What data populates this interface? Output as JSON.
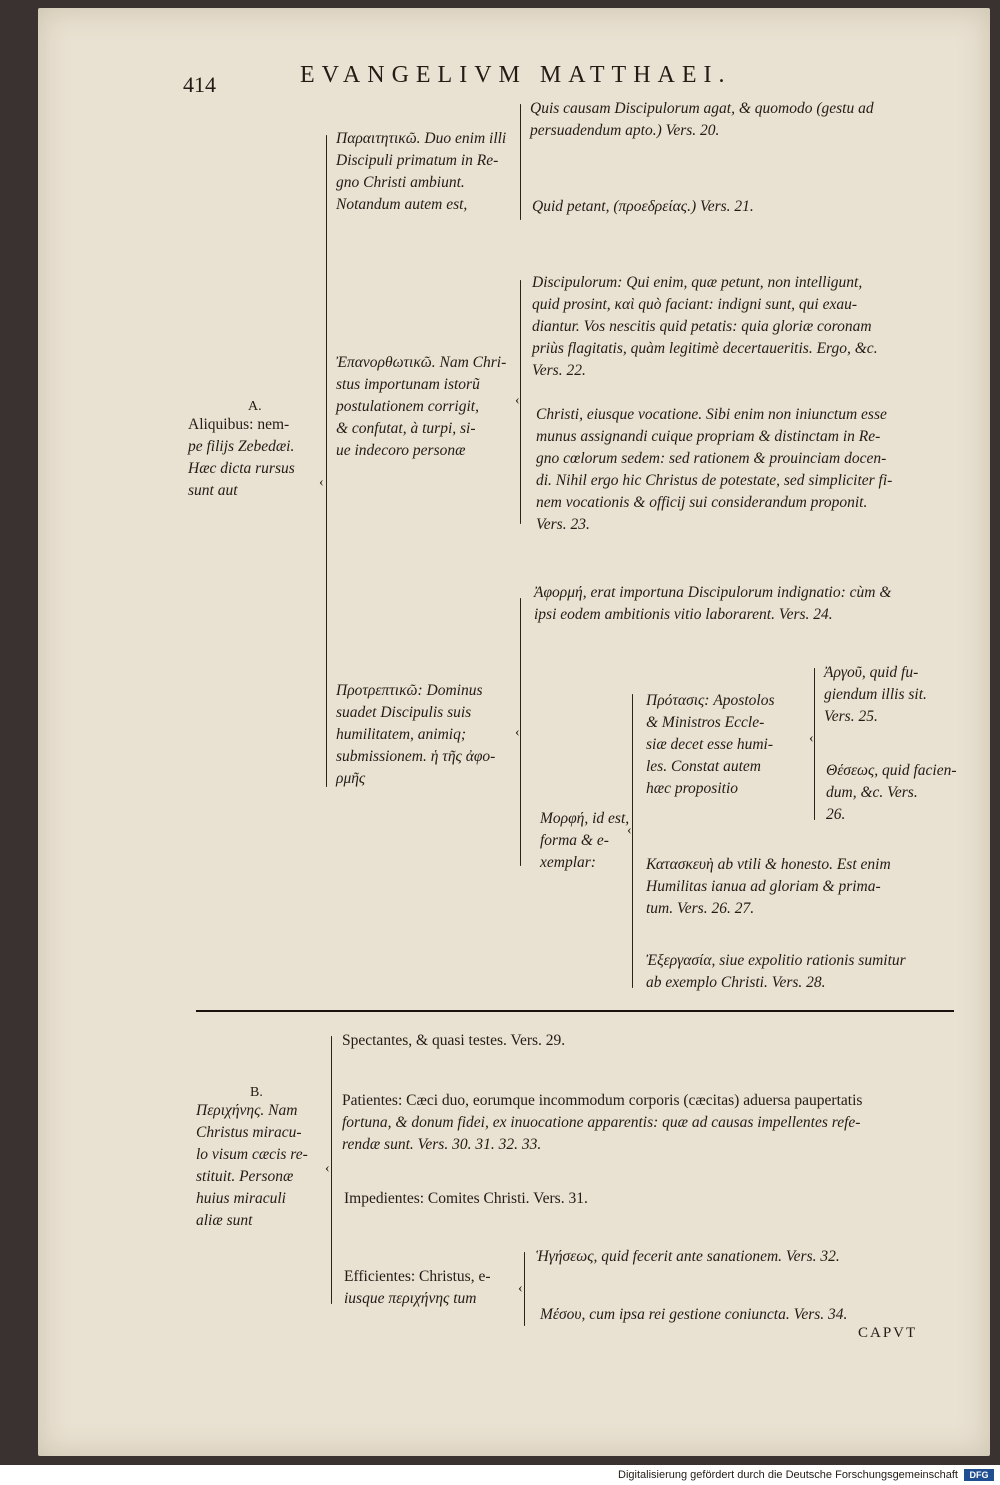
{
  "header": {
    "page_number": "414",
    "running_title": "EVANGELIVM MATTHAEI."
  },
  "a": {
    "label": "A.",
    "lines": [
      "Aliquibus: nem-",
      "pe filijs Zebedæi.",
      "Hæc dicta rursus",
      "sunt aut"
    ],
    "b1": {
      "lines": [
        "Παραιτητικῶ. Duo enim illi",
        "Discipuli primatum in Re-",
        "gno Christi ambiunt.",
        "Notandum autem est,"
      ],
      "l1": [
        "Quis causam Discipulorum agat, & quomodo (gestu ad",
        "persuadendum apto.) Vers. 20."
      ],
      "l2": [
        "Quid petant, (προεδρείας.) Vers. 21."
      ]
    },
    "b2": {
      "lines": [
        "Ἐπανορθωτικῶ. Nam Chri-",
        "stus importunam istorũ",
        "postulationem corrigit,",
        "& confutat, à turpi, si-",
        "ue indecoro personæ"
      ],
      "l1": [
        "Discipulorum: Qui enim, quæ petunt, non intelligunt,",
        "quid prosint, καὶ quò faciant: indigni sunt, qui exau-",
        "diantur. Vos nescitis quid petatis: quia gloriæ coronam",
        "priùs flagitatis, quàm legitimè decertaueritis. Ergo, &c.",
        "Vers. 22."
      ],
      "l2": [
        "Christi, eiusque vocatione. Sibi enim non iniunctum esse",
        "munus assignandi cuique propriam & distinctam in Re-",
        "gno cœlorum sedem: sed rationem & prouinciam docen-",
        "di. Nihil ergo hic Christus de potestate, sed simpliciter fi-",
        "nem vocationis & officij sui considerandum proponit.",
        "Vers. 23."
      ]
    },
    "b3": {
      "lines": [
        "Προτρεπτικῶ: Dominus",
        "suadet Discipulis suis",
        "humilitatem, animiq;",
        "submissionem. ἡ τῆς ἀφο-",
        "ρμῆς"
      ],
      "aphorme": [
        "Ἀφορμή, erat importuna Discipulorum indignatio: cùm &",
        "ipsi eodem ambitionis vitio laborarent. Vers. 24."
      ],
      "morphe": [
        "Μορφή, id est,",
        "forma & e-",
        "xemplar:"
      ],
      "protasis": [
        "Πρότασις: Apostolos",
        "& Ministros Eccle-",
        "siæ decet esse humi-",
        "les. Constat autem",
        "hæc propositio"
      ],
      "argos": [
        "Ἀργοῦ, quid fu-",
        "giendum illis sit.",
        "Vers. 25."
      ],
      "theos": [
        "Θέσεως, quid facien-",
        "dum, &c. Vers.",
        "26."
      ],
      "kataskeue": [
        "Κατασκευὴ ab vtili & honesto. Est enim",
        "Humilitas ianua ad gloriam & prima-",
        "tum. Vers. 26. 27."
      ],
      "exergasia": [
        "Ἐξεργασία, siue expolitio rationis sumitur",
        "ab exemplo Christi. Vers. 28."
      ]
    }
  },
  "b": {
    "label": "B.",
    "lines": [
      "Περιχήνης. Nam",
      "Christus miracu-",
      "lo visum cæcis re-",
      "stituit. Personæ",
      "huius miraculi",
      "aliæ sunt"
    ],
    "spectantes": [
      "Spectantes, & quasi testes. Vers. 29."
    ],
    "patientes": [
      "Patientes: Cæci duo, eorumque incommodum corporis (cæcitas) aduersa paupertatis",
      "fortuna, & donum fidei, ex inuocatione apparentis: quæ ad causas impellentes refe-",
      "rendæ sunt. Vers. 30. 31. 32. 33."
    ],
    "impedientes": [
      "Impedientes: Comites Christi. Vers. 31."
    ],
    "efficientes": [
      "Efficientes: Christus, e-",
      "iusque περιχήνης tum"
    ],
    "eff_a": [
      "Ἡγήσεως, quid fecerit ante sanationem. Vers. 32."
    ],
    "eff_b": [
      "Μέσου, cum ipsa rei gestione coniuncta. Vers. 34."
    ]
  },
  "catchword": "CAPVT",
  "footer": {
    "credit": "Digitalisierung gefördert durch die Deutsche Forschungsgemeinschaft",
    "logo": "DFG"
  }
}
